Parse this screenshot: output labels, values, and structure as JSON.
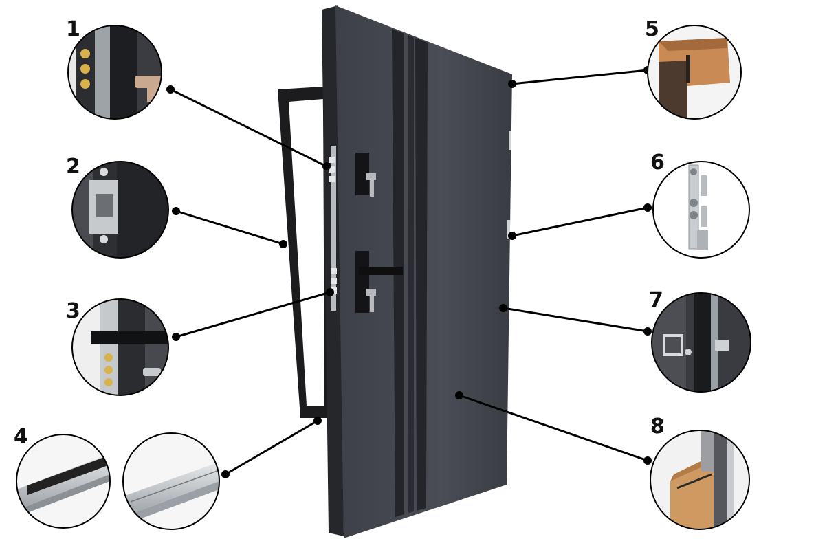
{
  "colors": {
    "door_panel": "#454850",
    "door_panel_dark": "#2e3036",
    "frame": "#1c1c1e",
    "metal": "#c9cdd1",
    "wood": "#c98a55",
    "leader": "#000000"
  },
  "callouts": [
    {
      "id": "1",
      "label": "1",
      "icon": "multipoint-lock-bolts-icon"
    },
    {
      "id": "2",
      "label": "2",
      "icon": "strike-plate-icon"
    },
    {
      "id": "3",
      "label": "3",
      "icon": "handle-lock-bolts-icon"
    },
    {
      "id": "4",
      "label": "4",
      "icon": "threshold-profile-icon"
    },
    {
      "id": "5",
      "label": "5",
      "icon": "wooden-frame-section-icon"
    },
    {
      "id": "6",
      "label": "6",
      "icon": "adjustable-hinge-icon"
    },
    {
      "id": "7",
      "label": "7",
      "icon": "anti-burglary-pin-icon"
    },
    {
      "id": "8",
      "label": "8",
      "icon": "door-leaf-cross-section-icon"
    }
  ]
}
